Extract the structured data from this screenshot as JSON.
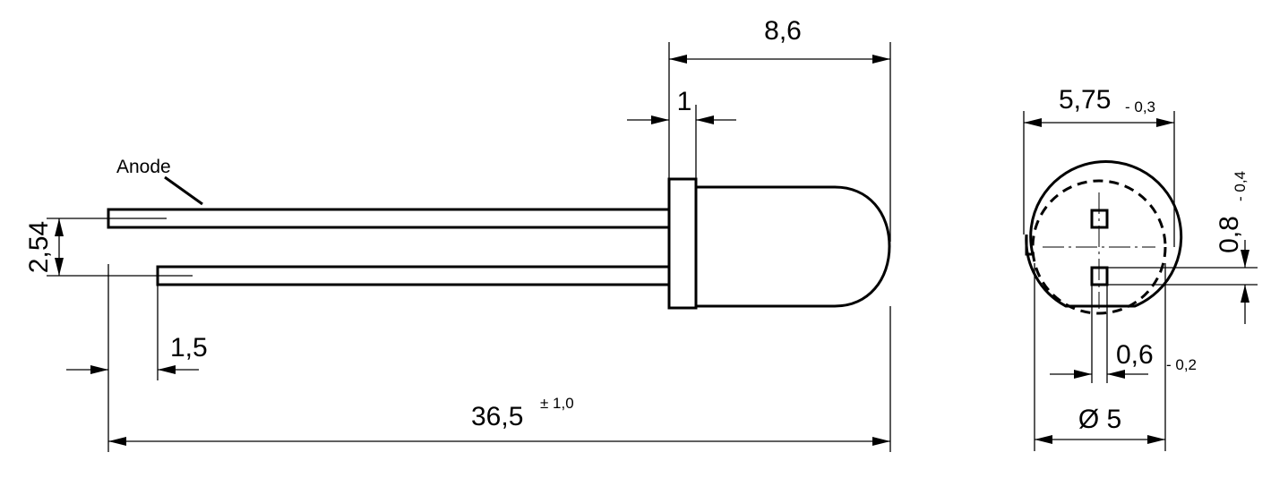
{
  "side_view": {
    "overall_length": {
      "value": "36,5",
      "tolerance": "± 1,0"
    },
    "body_length": {
      "value": "8,6"
    },
    "flange_width": {
      "value": "1"
    },
    "lead_spacing": {
      "value": "2,54"
    },
    "lead_offset": {
      "value": "1,5"
    },
    "anode_label": "Anode"
  },
  "front_view": {
    "flange_diameter": {
      "value": "5,75",
      "tolerance": "- 0,3"
    },
    "lens_diameter": {
      "value": "Ø 5"
    },
    "lead_thickness": {
      "value": "0,8",
      "tolerance": "- 0,4"
    },
    "lead_width": {
      "value": "0,6",
      "tolerance": "- 0,2"
    }
  }
}
